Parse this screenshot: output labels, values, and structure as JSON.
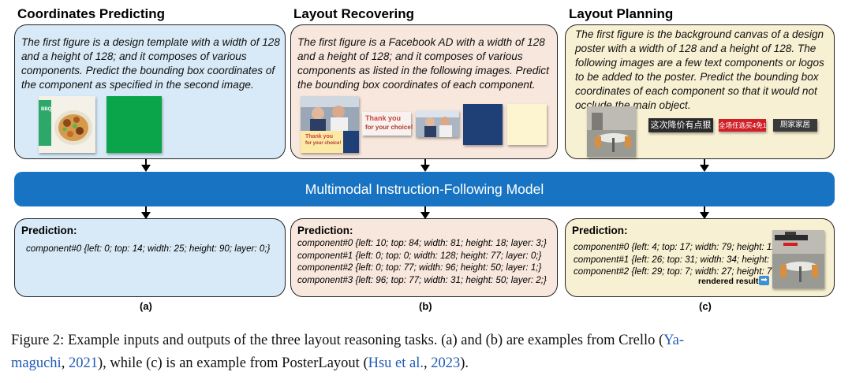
{
  "columns": [
    {
      "title": "Coordinates Predicting",
      "prompt": "The first figure is a design template with a width of 128 and a height of 128; and it composes of various components. Predict the bounding box coordinates of the component as specified in the second image.",
      "prediction_label": "Prediction:",
      "prediction_lines": [
        "component#0 {left: 0; top: 14; width: 25; height: 90; layer: 0;}"
      ],
      "sublabel": "(a)"
    },
    {
      "title": "Layout Recovering",
      "prompt": "The first figure is a Facebook AD with a width of 128 and a height of 128; and it composes of various components as listed in the following images. Predict the bounding box coordinates of each component.",
      "prediction_label": "Prediction:",
      "prediction_lines": [
        "component#0 {left: 10; top: 84; width: 81; height: 18; layer: 3;}",
        "component#1 {left: 0; top: 0; width: 128; height: 77; layer: 0;}",
        "component#2 {left: 0; top: 77; width: 96; height: 50; layer: 1;}",
        "component#3 {left: 96; top: 77; width: 31; height: 50; layer: 2;}"
      ],
      "sublabel": "(b)",
      "ad_text_line1": "Thank you",
      "ad_text_line2": "for your choice!"
    },
    {
      "title": "Layout Planning",
      "prompt": "The first figure is the background canvas of a design poster with a width of 128 and a height of 128. The following images are a few text components or logos to be added to the poster. Predict the bounding box coordinates of each component so that it would not occlude the main object.",
      "prediction_label": "Prediction:",
      "prediction_lines": [
        "component#0 {left: 4; top: 17; width: 79; height: 12;}",
        "component#1 {left: 26; top: 31; width: 34; height: 7;}",
        "component#2 {left: 29; top: 7; width: 27; height: 7;}"
      ],
      "rendered_label": "rendered result",
      "sublabel": "(c)",
      "poster_chips": [
        "这次降价有点狠",
        "全场任选买4免1",
        "厕家家居"
      ]
    }
  ],
  "model_label": "Multimodal Instruction-Following Model",
  "caption": {
    "prefix": "Figure 2: Example inputs and outputs of the three layout reasoning tasks. (a) and (b) are examples from Crello (",
    "ref1a": "Ya-",
    "ref1b": "maguchi",
    "mid1": ", ",
    "ref1year": "2021",
    "mid2": "), while (c) is an example from PosterLayout (",
    "ref2": "Hsu et al.",
    "mid3": ", ",
    "ref2year": "2023",
    "suffix": ")."
  },
  "colors": {
    "col_a_bg": "#d8eaf7",
    "col_b_bg": "#f8e7dc",
    "col_c_bg": "#f8f0d2",
    "model_bar": "#1874c2",
    "green_component": "#0aa54a",
    "navy_component": "#1f3f77",
    "cream_component": "#fdf5cf"
  }
}
